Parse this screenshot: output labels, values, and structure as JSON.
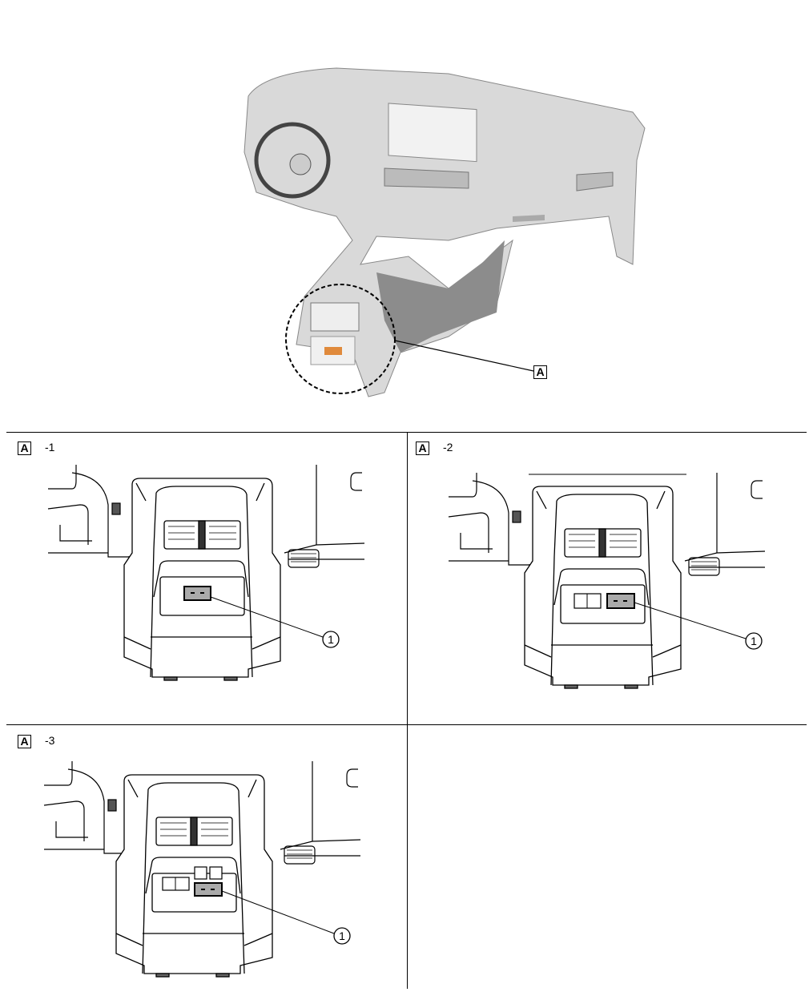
{
  "overview": {
    "callout_label": "A",
    "highlight_color": "#e08a3c"
  },
  "panels": [
    {
      "label": "A",
      "suffix": "-1",
      "callout": "1"
    },
    {
      "label": "A",
      "suffix": "-2",
      "callout": "1"
    },
    {
      "label": "A",
      "suffix": "-3",
      "callout": "1"
    }
  ]
}
